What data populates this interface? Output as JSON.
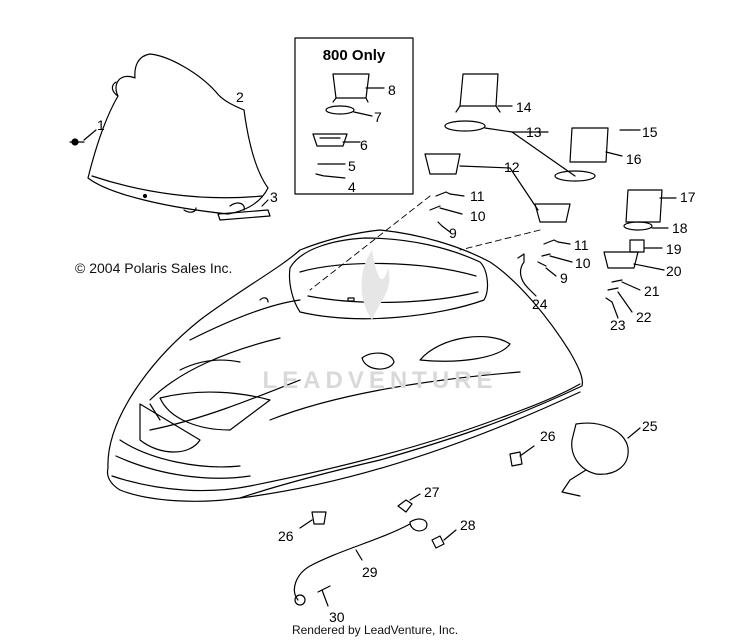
{
  "copyright": "© 2004 Polaris Sales Inc.",
  "inset_title": "800 Only",
  "footer": "Rendered by LeadVenture, Inc.",
  "watermark": "LEADVENTURE",
  "callouts": {
    "c1": "1",
    "c2": "2",
    "c3": "3",
    "c4": "4",
    "c5": "5",
    "c6": "6",
    "c7": "7",
    "c8": "8",
    "c9a": "9",
    "c9b": "9",
    "c10a": "10",
    "c10b": "10",
    "c11a": "11",
    "c11b": "11",
    "c12": "12",
    "c13": "13",
    "c14": "14",
    "c15": "15",
    "c16": "16",
    "c17": "17",
    "c18": "18",
    "c19": "19",
    "c20": "20",
    "c21": "21",
    "c22": "22",
    "c23": "23",
    "c24": "24",
    "c25": "25",
    "c26a": "26",
    "c26b": "26",
    "c27": "27",
    "c28": "28",
    "c29": "29",
    "c30": "30"
  },
  "colors": {
    "line": "#000000",
    "watermark": "#d9d9d9"
  }
}
